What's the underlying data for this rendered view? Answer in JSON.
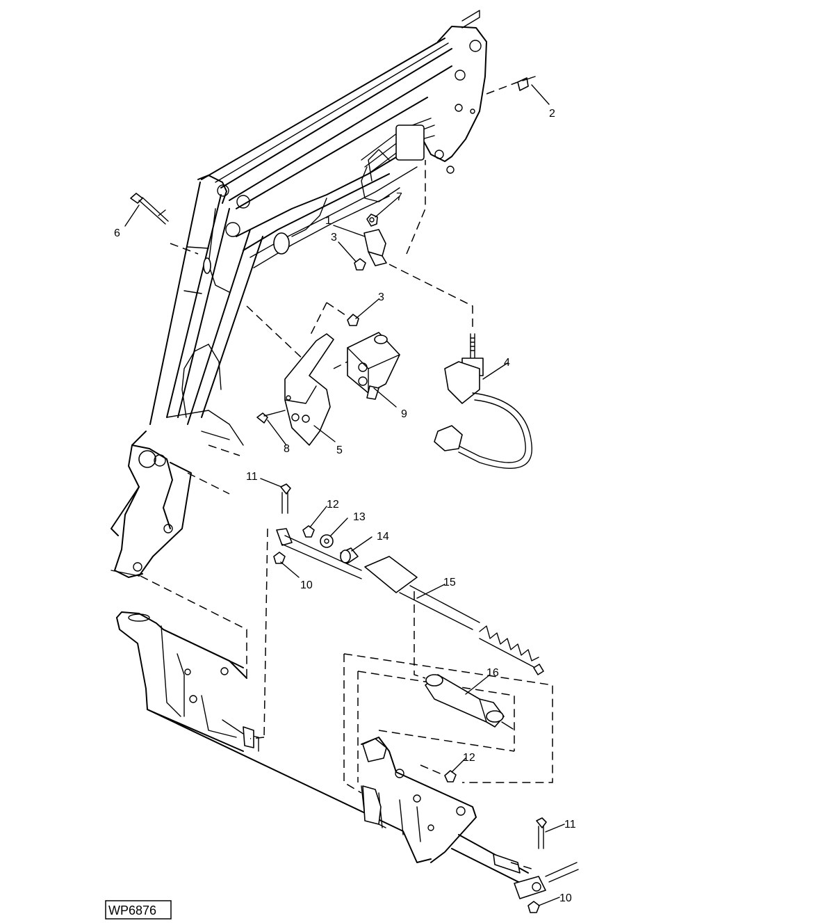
{
  "figure_code": "WP6876",
  "callouts": {
    "c1": "1",
    "c2": "2",
    "c3a": "3",
    "c3b": "3",
    "c4": "4",
    "c5": "5",
    "c6": "6",
    "c7": "7",
    "c8": "8",
    "c9": "9",
    "c10a": "10",
    "c10b": "10",
    "c11a": "11",
    "c11b": "11",
    "c12a": "12",
    "c12b": "12",
    "c13": "13",
    "c14": "14",
    "c15": "15",
    "c16": "16"
  }
}
